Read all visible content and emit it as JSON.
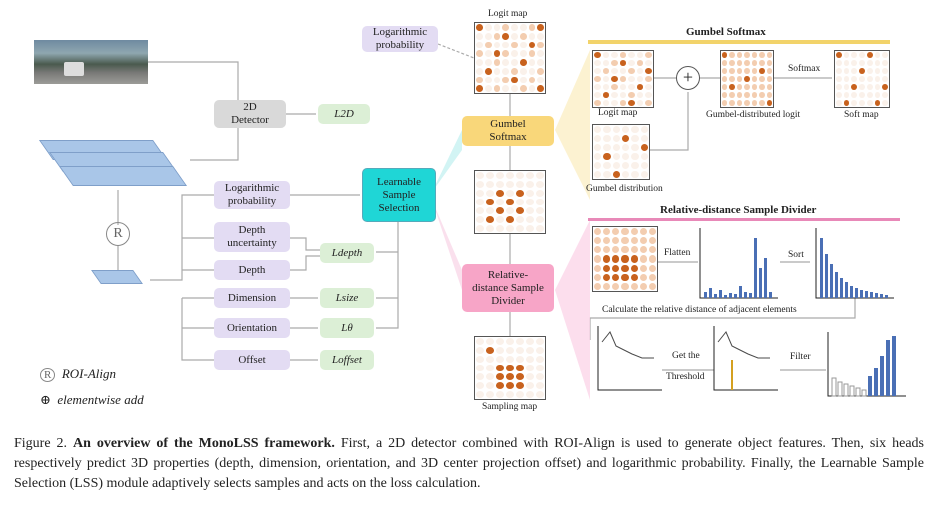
{
  "left": {
    "detector": "2D\nDetector",
    "l2d": "L2D",
    "roi_symbol": "R",
    "heads": [
      "Logarithmic\nprobability",
      "Depth\nuncertainty",
      "Depth",
      "Dimension",
      "Orientation",
      "Offset"
    ],
    "losses": [
      "Ldepth",
      "Lsize",
      "Lθ",
      "Loffset"
    ],
    "lss": "Learnable\nSample\nSelection",
    "legend_roi": "ROI-Align",
    "legend_add": "elementwise add"
  },
  "middle": {
    "logit_map": "Logit map",
    "log_prob": "Logarithmic\nprobability",
    "gumbel": "Gumbel\nSoftmax",
    "rel_div": "Relative-\ndistance Sample\nDivider",
    "sampling_map": "Sampling map"
  },
  "gumbel_panel": {
    "title": "Gumbel Softmax",
    "logit_map": "Logit map",
    "gumbel_dist": "Gumbel distribution",
    "gumbel_logit": "Gumbel-distributed logit",
    "softmax": "Softmax",
    "soft_map": "Soft map"
  },
  "divider_panel": {
    "title": "Relative-distance Sample Divider",
    "flatten": "Flatten",
    "sort": "Sort",
    "calc": "Calculate the relative distance of adjacent elements",
    "get_the": "Get the",
    "threshold": "Threshold",
    "filter": "Filter"
  },
  "caption": {
    "label": "Figure 2.",
    "bold": "An overview of the MonoLSS framework.",
    "text": "First, a 2D detector combined with ROI-Align is used to generate object features. Then, six heads respectively predict 3D properties (depth, dimension, orientation, and 3D center projection offset) and logarithmic probability. Finally, the Learnable Sample Selection (LSS) module adaptively selects samples and acts on the loss calculation."
  },
  "colors": {
    "purple": "#e3dcf3",
    "green": "#dcefd6",
    "cyan": "#1fd6d6",
    "yellow": "#f9d77a",
    "pink": "#f7a5c7",
    "dot": "#d4742a",
    "bar": "#4a6fb5"
  }
}
